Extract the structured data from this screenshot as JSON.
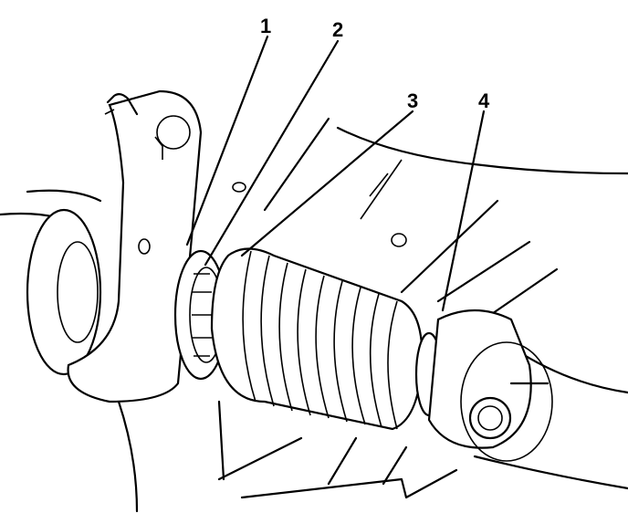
{
  "diagram": {
    "callouts": [
      {
        "label": "1"
      },
      {
        "label": "2"
      },
      {
        "label": "3"
      },
      {
        "label": "4"
      }
    ],
    "colors": {
      "line": "#000000",
      "background": "#ffffff"
    }
  }
}
